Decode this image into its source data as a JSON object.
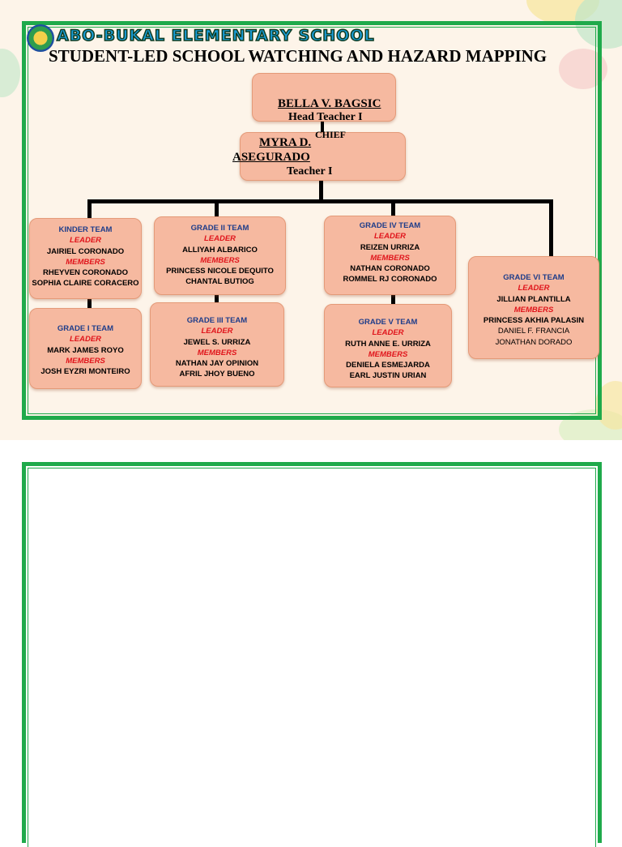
{
  "header": {
    "school_name": "ABO-BUKAL ELEMENTARY SCHOOL",
    "title": "STUDENT-LED SCHOOL WATCHING AND HAZARD MAPPING"
  },
  "head": {
    "name": "BELLA V. BAGSIC",
    "position": "Head Teacher I"
  },
  "chief": {
    "label": "CHIEF",
    "name_line1": "MYRA D.",
    "name_line2": "ASEGURADO",
    "position": "Teacher I"
  },
  "roles": {
    "leader": "LEADER",
    "members": "MEMBERS"
  },
  "teams": [
    {
      "name": "KINDER TEAM",
      "leader": "JAIRIEL CORONADO",
      "members": [
        "RHEYVEN CORONADO",
        "SOPHIA CLAIRE CORACERO"
      ]
    },
    {
      "name": "GRADE I TEAM",
      "leader": "MARK JAMES ROYO",
      "members": [
        "JOSH EYZRI MONTEIRO"
      ]
    },
    {
      "name": "GRADE II TEAM",
      "leader": "ALLIYAH ALBARICO",
      "members": [
        "PRINCESS NICOLE DEQUITO",
        "CHANTAL BUTIOG"
      ]
    },
    {
      "name": "GRADE III TEAM",
      "leader": "JEWEL S. URRIZA",
      "members": [
        "NATHAN JAY OPINION",
        "AFRIL JHOY BUENO"
      ]
    },
    {
      "name": "GRADE IV TEAM",
      "leader": "REIZEN URRIZA",
      "members": [
        "NATHAN CORONADO",
        "ROMMEL RJ CORONADO"
      ]
    },
    {
      "name": "GRADE V TEAM",
      "leader": "RUTH ANNE E. URRIZA",
      "members": [
        "DENIELA ESMEJARDA",
        "EARL JUSTIN URIAN"
      ]
    },
    {
      "name": "GRADE VI TEAM",
      "leader": "JILLIAN PLANTILLA",
      "members": [
        "PRINCESS AKHIA PALASIN",
        "DANIEL F. FRANCIA",
        "JONATHAN DORADO"
      ]
    }
  ],
  "colors": {
    "frame": "#1faa4b",
    "box_fill": "#f6b9a0",
    "team_name": "#1f3d8a",
    "role_label": "#e0141b"
  }
}
